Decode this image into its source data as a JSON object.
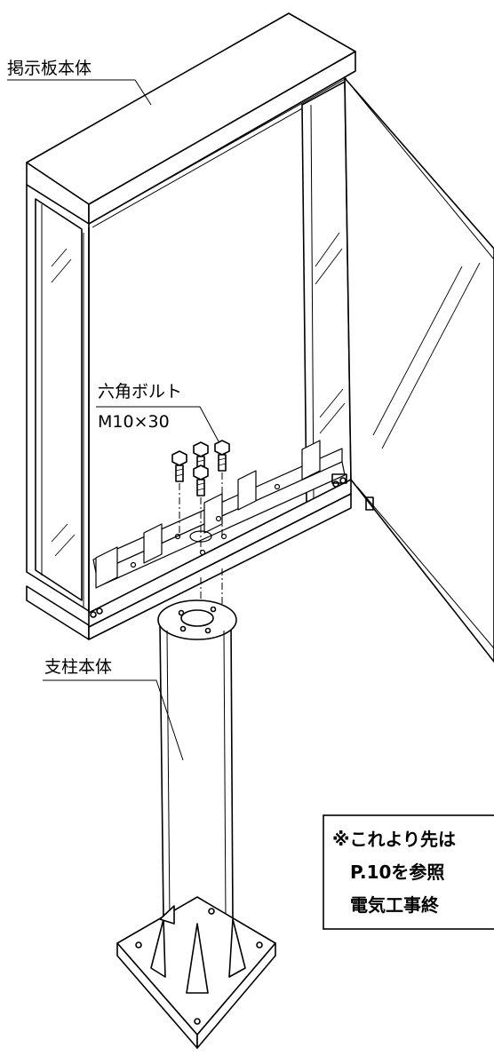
{
  "labels": {
    "signboard_body": "掲示板本体",
    "hex_bolt": "六角ボルト",
    "bolt_spec": "M10×30",
    "post_body": "支柱本体"
  },
  "note": {
    "line1": "※これより先は",
    "line2": "P.10を参照",
    "line3": "電気工事終"
  }
}
